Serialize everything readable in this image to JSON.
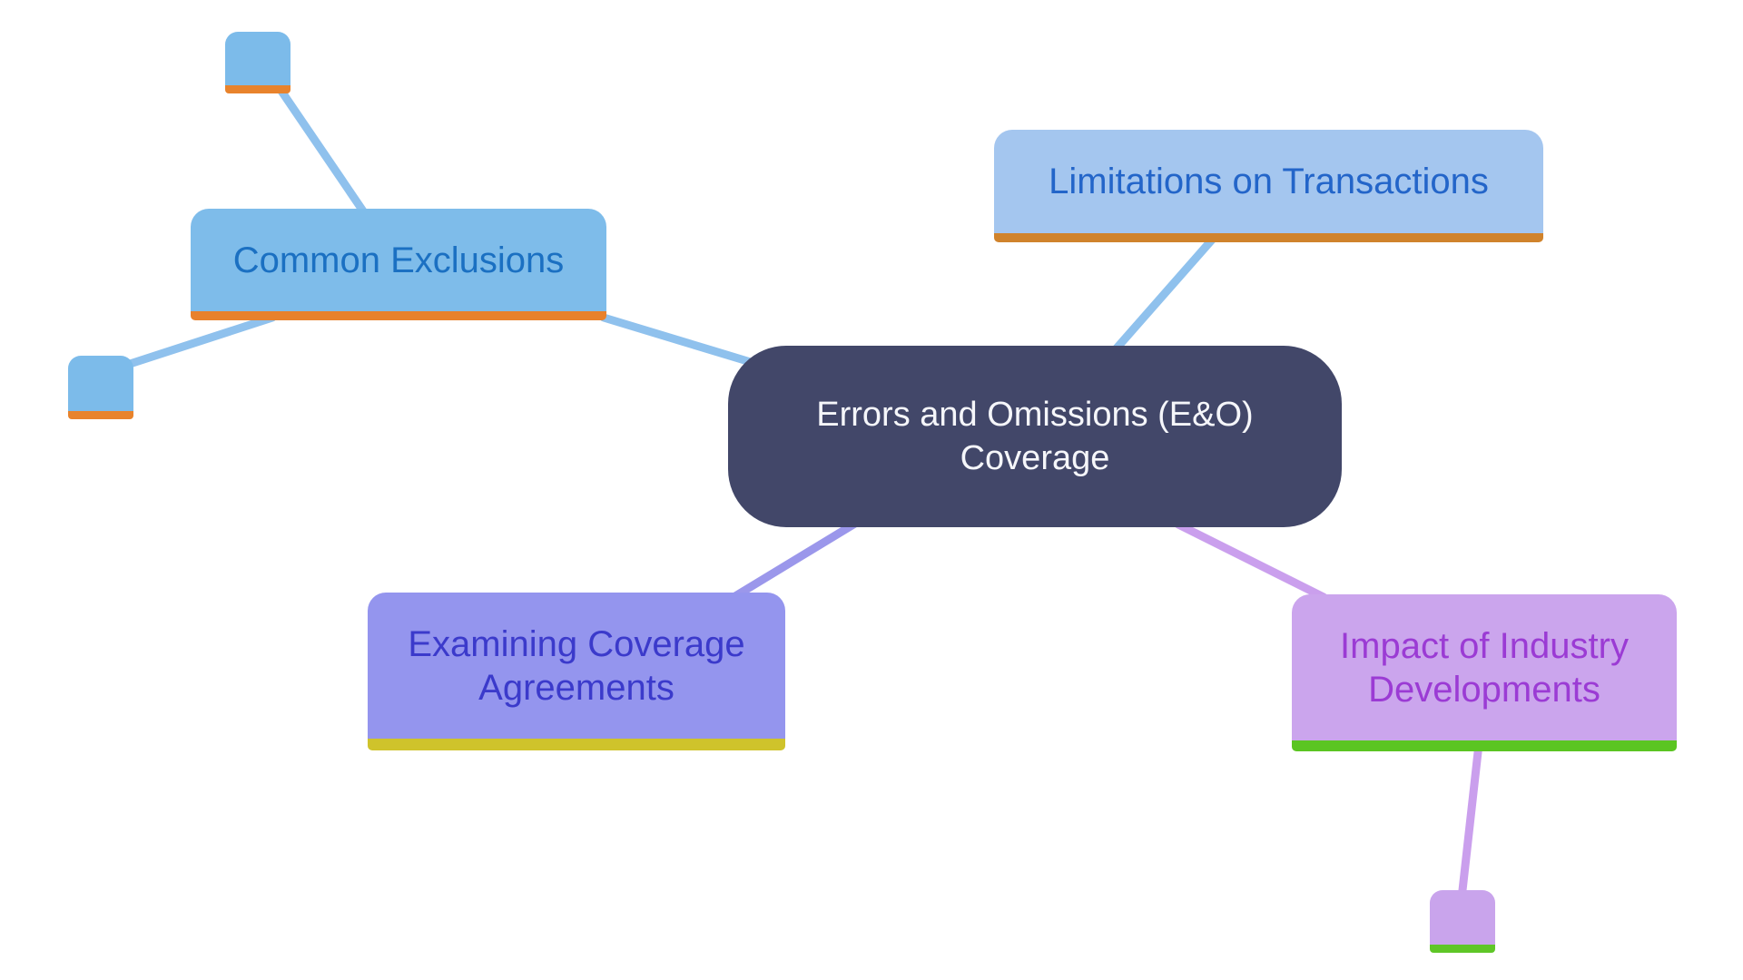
{
  "root": {
    "label": "Errors and Omissions (E&O) Coverage"
  },
  "branches": [
    {
      "id": "common-exclusions",
      "label": "Common Exclusions",
      "fill": "#7ebcea",
      "text_color": "#1b70c2",
      "accent": "#e8812c"
    },
    {
      "id": "limitations-on-transactions",
      "label": "Limitations on Transactions",
      "fill": "#a4c6ef",
      "text_color": "#2365c9",
      "accent": "#d0832c"
    },
    {
      "id": "examining-coverage-agreements",
      "label": "Examining Coverage Agreements",
      "fill": "#9495ee",
      "text_color": "#3b3acb",
      "accent": "#cfc32b"
    },
    {
      "id": "impact-of-industry-developments",
      "label": "Impact of Industry Developments",
      "fill": "#cba5ed",
      "text_color": "#9b3bd4",
      "accent": "#5bc522"
    }
  ],
  "leaf_nodes": [
    {
      "id": "common-exclusions-child-top",
      "label": "",
      "fill": "#7cbbea",
      "accent": "#e8832c"
    },
    {
      "id": "common-exclusions-child-left",
      "label": "",
      "fill": "#7cbbea",
      "accent": "#e8832c"
    },
    {
      "id": "impact-child",
      "label": "",
      "fill": "#c9a4ec",
      "accent": "#5fc627"
    }
  ],
  "colors": {
    "background": "#ffffff",
    "root_fill": "#424769",
    "root_text": "#f5f6fa",
    "connector_blue": "#8fc1ed",
    "connector_periwinkle": "#9b97eb",
    "connector_lavender": "#ca9fed"
  }
}
